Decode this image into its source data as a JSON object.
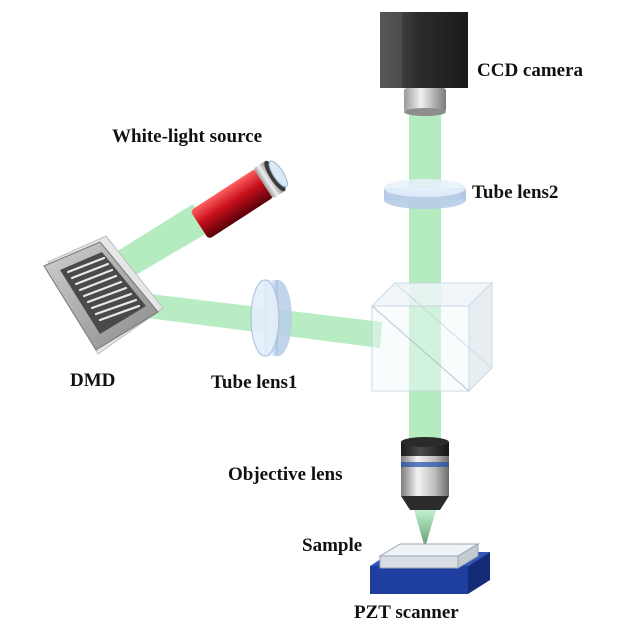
{
  "labels": {
    "ccd_camera": "CCD camera",
    "white_light_source": "White-light source",
    "tube_lens2": "Tube lens2",
    "dmd": "DMD",
    "tube_lens1": "Tube lens1",
    "objective_lens": "Objective lens",
    "sample": "Sample",
    "pzt_scanner": "PZT scanner"
  },
  "colors": {
    "beam": "#b4ecc0",
    "camera_body": "#333333",
    "source_red": "#c8101c",
    "scanner_blue": "#1f3fa0",
    "lens_blue": "#c9dcf0"
  }
}
